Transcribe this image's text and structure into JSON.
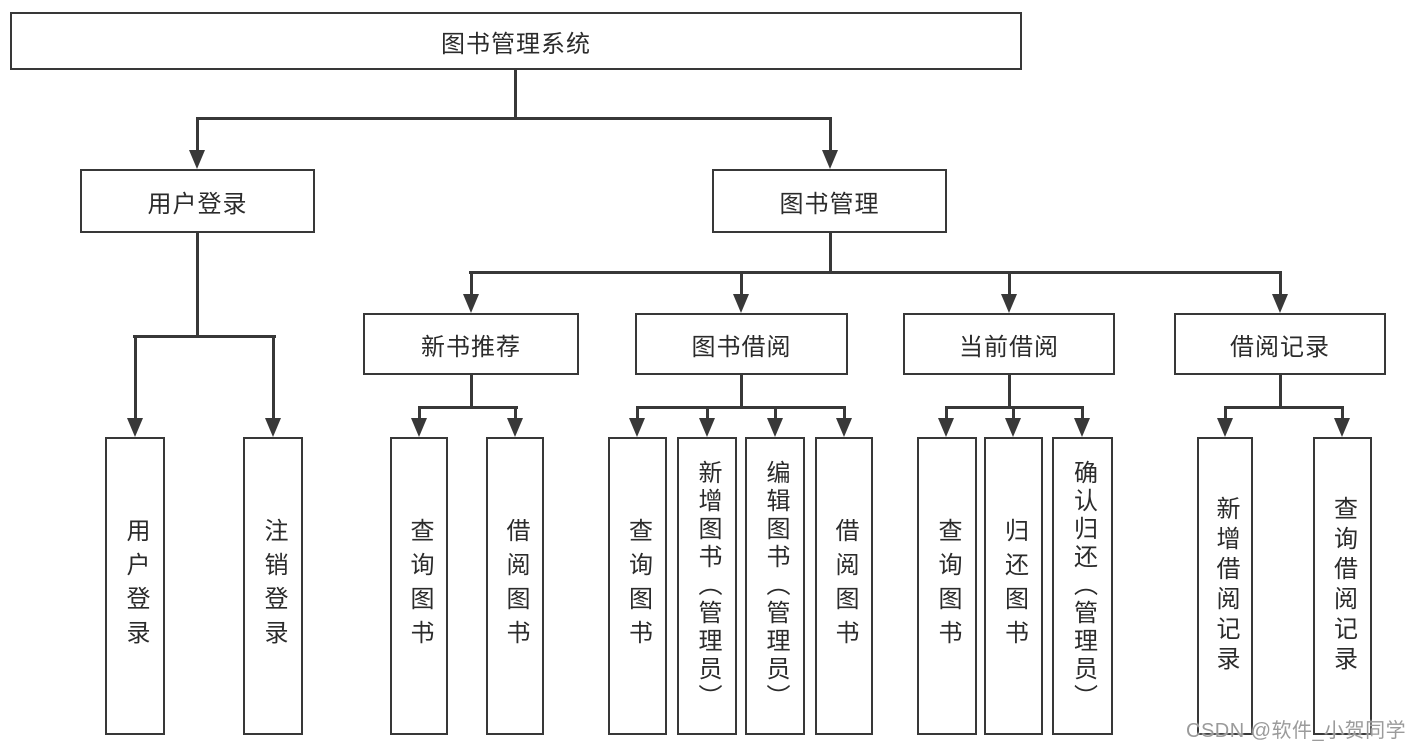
{
  "nodes": {
    "root": "图书管理系统",
    "level2": [
      "用户登录",
      "图书管理"
    ],
    "level3": [
      "新书推荐",
      "图书借阅",
      "当前借阅",
      "借阅记录"
    ],
    "leaves": [
      "用户登录",
      "注销登录",
      "查询图书",
      "借阅图书",
      "查询图书",
      "新增图书（管理员）",
      "编辑图书（管理员）",
      "借阅图书",
      "查询图书",
      "归还图书",
      "确认归还（管理员）",
      "新增借阅记录",
      "查询借阅记录"
    ]
  },
  "hierarchy": {
    "图书管理系统": {
      "用户登录": [
        "用户登录",
        "注销登录"
      ],
      "图书管理": {
        "新书推荐": [
          "查询图书",
          "借阅图书"
        ],
        "图书借阅": [
          "查询图书",
          "新增图书（管理员）",
          "编辑图书（管理员）",
          "借阅图书"
        ],
        "当前借阅": [
          "查询图书",
          "归还图书",
          "确认归还（管理员）"
        ],
        "借阅记录": [
          "新增借阅记录",
          "查询借阅记录"
        ]
      }
    }
  },
  "watermark": "CSDN @软件_小贺同学",
  "colors": {
    "line": "#383838",
    "box_border": "#383838",
    "text": "#2b2b2b",
    "watermark": "#9b9b9b",
    "background": "#ffffff"
  }
}
